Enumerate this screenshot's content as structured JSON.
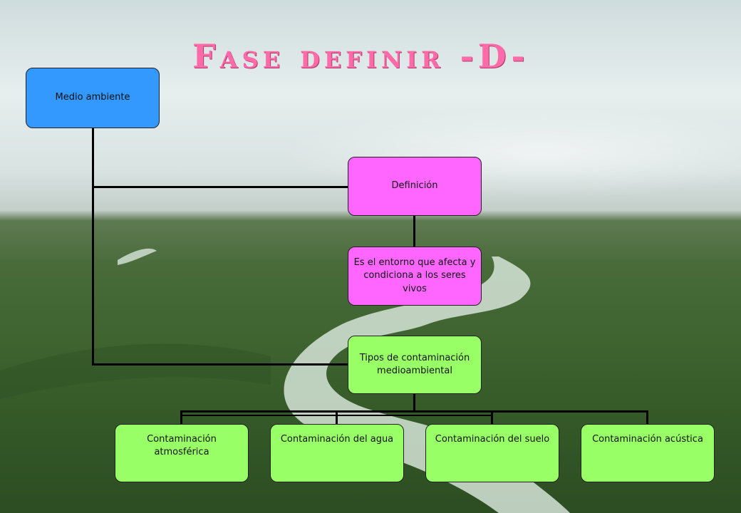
{
  "title": "Fase definir -D-",
  "root": {
    "label": "Medio ambiente"
  },
  "definition": {
    "label": "Definición"
  },
  "definition_text": {
    "label": "Es el entorno que afecta y condiciona a los seres vivos"
  },
  "types": {
    "label": "Tipos de contaminación medioambiental"
  },
  "pollution_types": [
    {
      "label": "Contaminación atmosférica"
    },
    {
      "label": "Contaminación del agua"
    },
    {
      "label": "Contaminación del suelo"
    },
    {
      "label": "Contaminación acústica"
    }
  ],
  "colors": {
    "root": "#3399ff",
    "definition": "#ff66ff",
    "types": "#99ff66",
    "title": "#ff6aa8"
  }
}
